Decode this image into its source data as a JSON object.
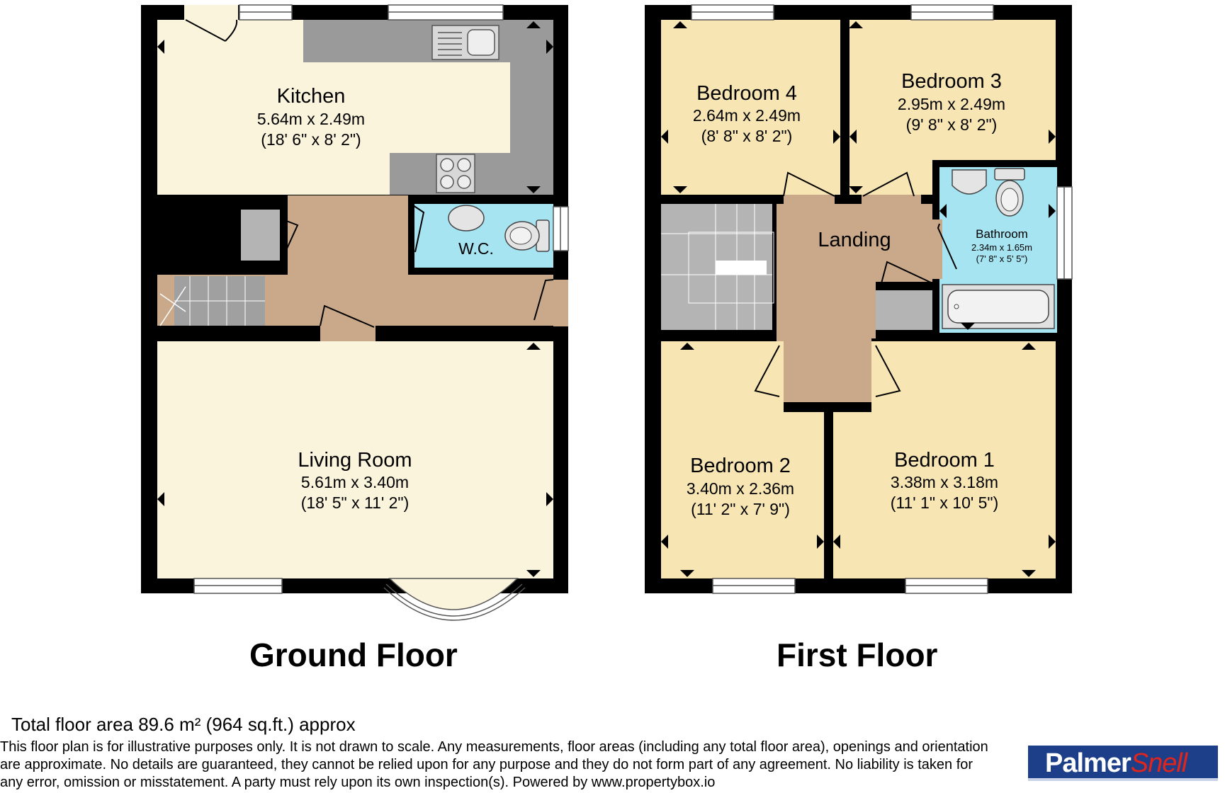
{
  "ground_floor": {
    "title": "Ground Floor",
    "rooms": {
      "kitchen": {
        "name": "Kitchen",
        "metric": "5.64m x 2.49m",
        "imperial": "(18' 6\" x 8' 2\")"
      },
      "wc": {
        "name": "W.C."
      },
      "living": {
        "name": "Living Room",
        "metric": "5.61m x 3.40m",
        "imperial": "(18' 5\" x 11' 2\")"
      }
    }
  },
  "first_floor": {
    "title": "First Floor",
    "rooms": {
      "bed4": {
        "name": "Bedroom 4",
        "metric": "2.64m x 2.49m",
        "imperial": "(8' 8\" x 8' 2\")"
      },
      "bed3": {
        "name": "Bedroom 3",
        "metric": "2.95m x 2.49m",
        "imperial": "(9' 8\" x 8' 2\")"
      },
      "landing": {
        "name": "Landing"
      },
      "bathroom": {
        "name": "Bathroom",
        "metric": "2.34m x 1.65m",
        "imperial": "(7' 8\" x 5' 5\")"
      },
      "bed2": {
        "name": "Bedroom 2",
        "metric": "3.40m x 2.36m",
        "imperial": "(11' 2\" x 7' 9\")"
      },
      "bed1": {
        "name": "Bedroom 1",
        "metric": "3.38m x 3.18m",
        "imperial": "(11' 1\" x 10' 5\")"
      }
    }
  },
  "footer": {
    "total_area": "Total floor area 89.6 m² (964 sq.ft.) approx",
    "disclaimer": "This floor plan is for illustrative purposes only. It is not drawn to scale. Any measurements, floor areas (including any total floor area), openings and orientation are approximate. No details are guaranteed, they cannot be relied upon for any purpose and they do not form part of any agreement. No liability is taken for any error, omission or misstatement. A party must rely upon its own inspection(s). Powered by www.propertybox.io",
    "logo_part1": "Palmer",
    "logo_part2": "Snell"
  },
  "colors": {
    "wall": "#000000",
    "kitchen_floor": "#fbf4dc",
    "living_floor": "#fbf4dc",
    "bedroom_floor": "#f7e6b4",
    "hall_floor": "#c9a98a",
    "wet_room": "#a6e4f2",
    "worktop": "#9a9a9a",
    "stairs": "#b4b4b4",
    "logo_blue": "#1d3f8a",
    "logo_red": "#e0251c"
  }
}
